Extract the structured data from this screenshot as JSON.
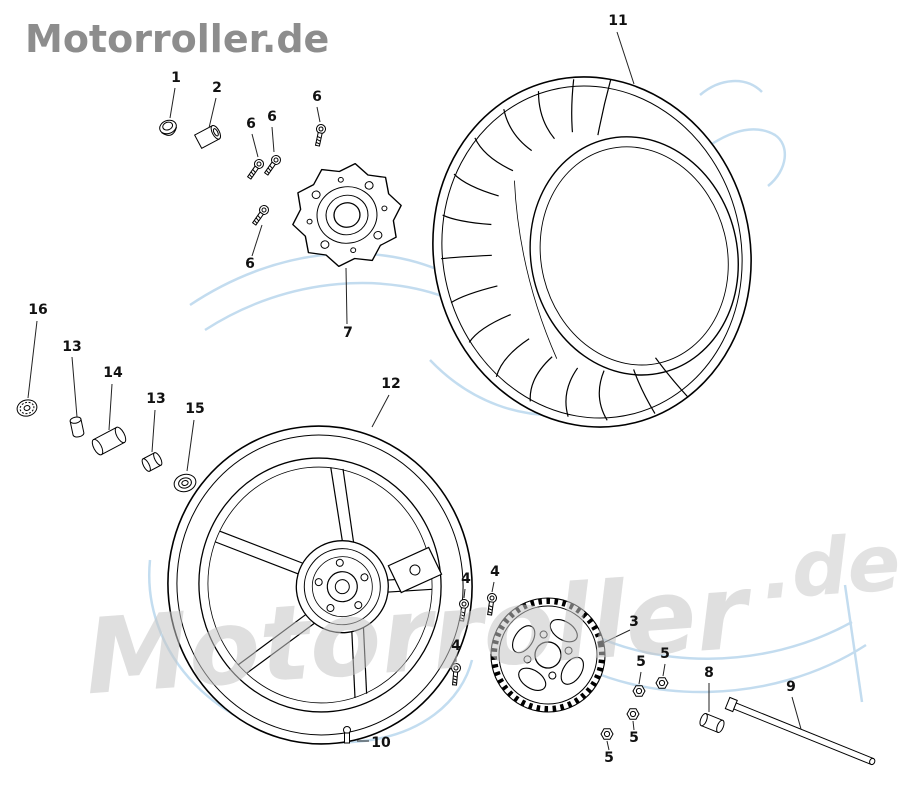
{
  "logo": {
    "text": "Motorroller.de",
    "color": "#8d8d8d"
  },
  "watermark": {
    "main": "Motorroller",
    "de": ".de",
    "gray": "#c6c6c6",
    "blue": "#bdd9ee"
  },
  "callouts": {
    "n1": "1",
    "n2": "2",
    "n3": "3",
    "n4a": "4",
    "n4b": "4",
    "n4c": "4",
    "n5a": "5",
    "n5b": "5",
    "n5c": "5",
    "n5d": "5",
    "n6a": "6",
    "n6b": "6",
    "n6c": "6",
    "n6d": "6",
    "n7": "7",
    "n8": "8",
    "n9": "9",
    "n10": "10",
    "n11": "11",
    "n12": "12",
    "n13a": "13",
    "n13b": "13",
    "n14": "14",
    "n15": "15",
    "n16": "16"
  }
}
